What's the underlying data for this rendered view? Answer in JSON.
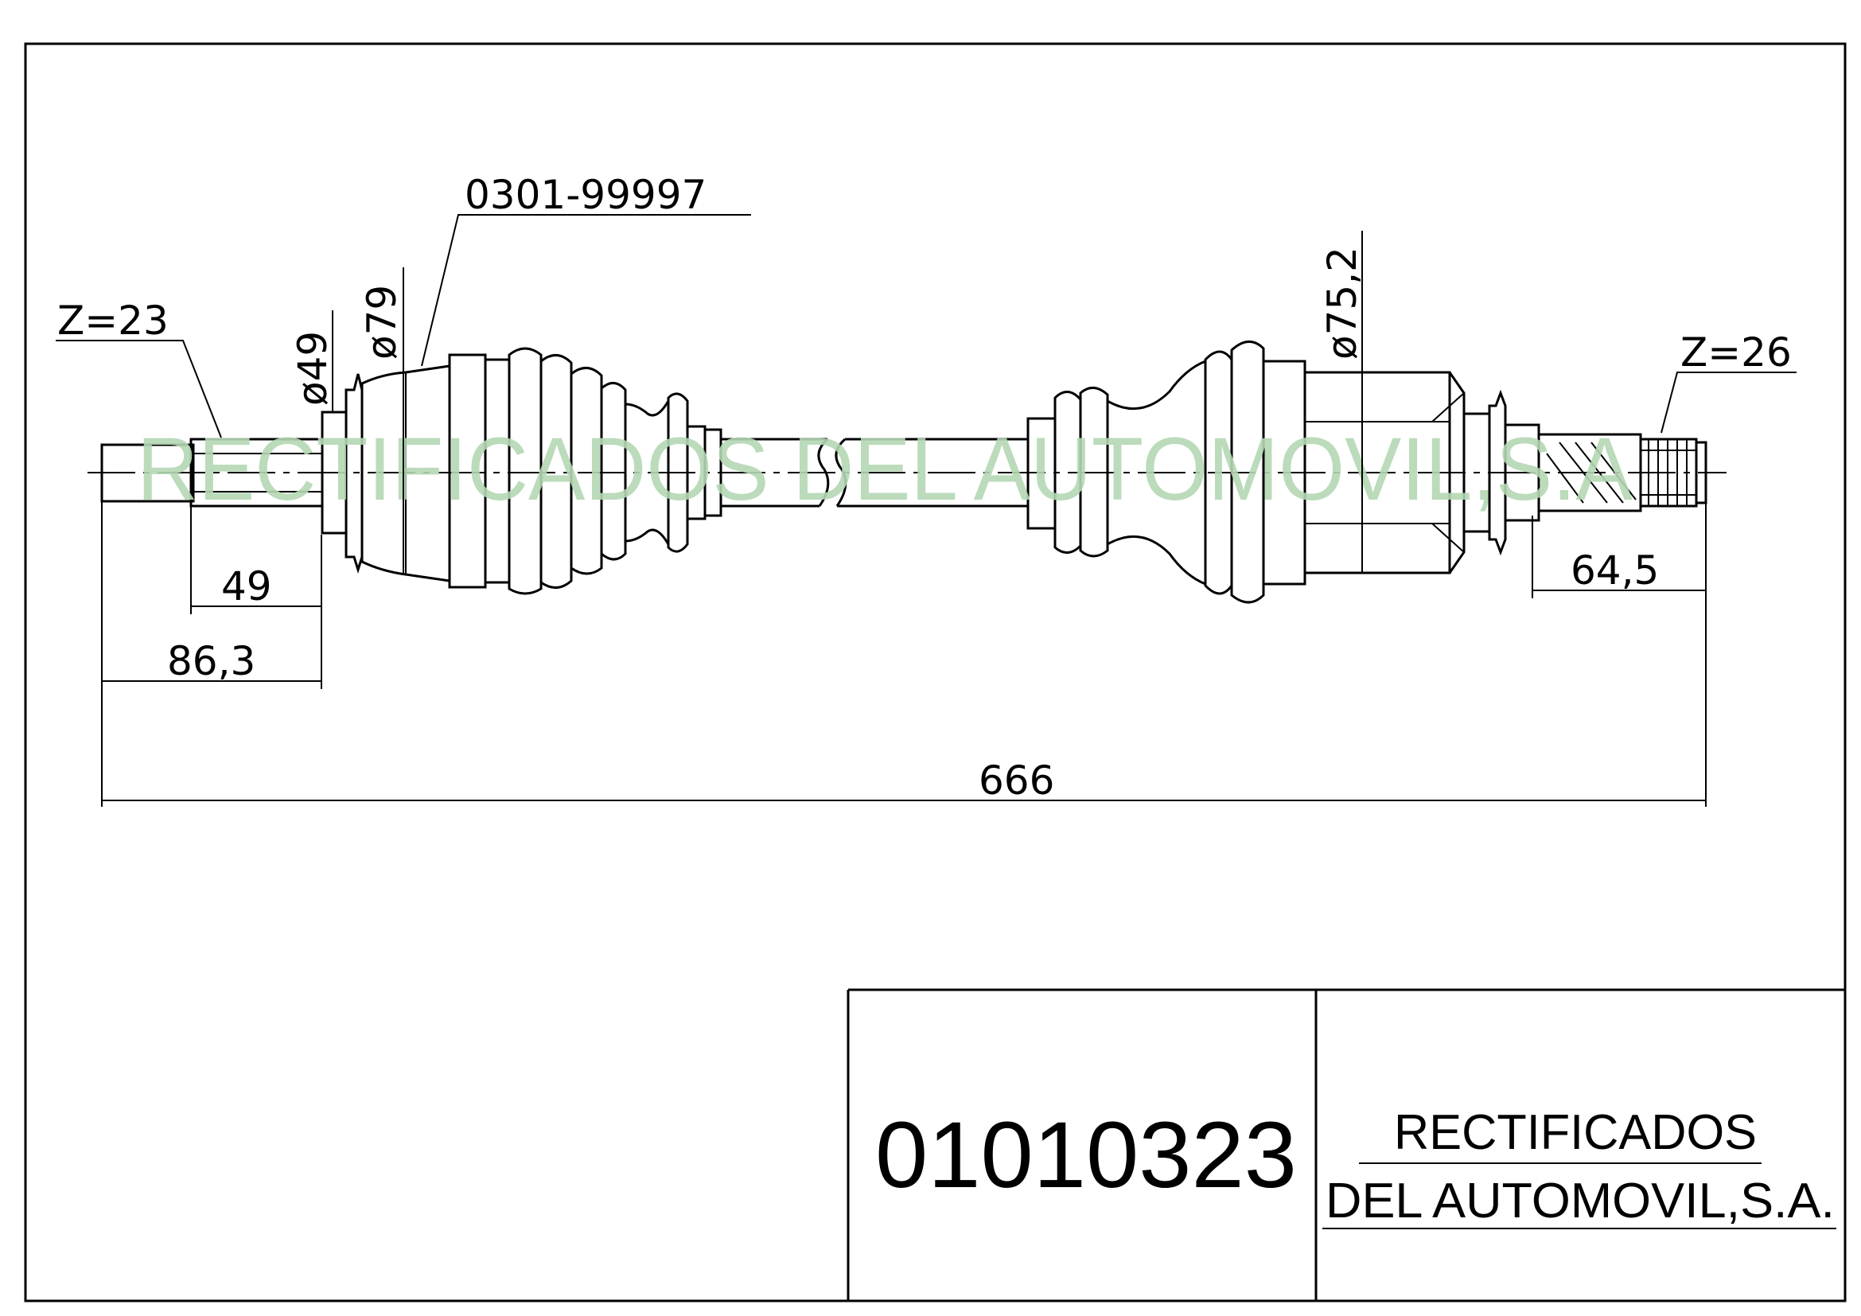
{
  "drawing": {
    "watermark": "RECTIFICADOS DEL AUTOMOVIL,S.A",
    "callouts": {
      "left_teeth": "Z=23",
      "right_teeth": "Z=26",
      "boot_kit_ref": "0301-99997"
    },
    "diameters": {
      "d49": "ø49",
      "d79": "ø79",
      "d75_2": "ø75,2"
    },
    "dimensions": {
      "left_spline_length": "49",
      "left_joint_length": "86,3",
      "right_stub_length": "64,5",
      "overall_length": "666"
    }
  },
  "title_block": {
    "part_number": "01010323",
    "company_line1": "RECTIFICADOS",
    "company_line2": "DEL AUTOMOVIL,S.A."
  }
}
